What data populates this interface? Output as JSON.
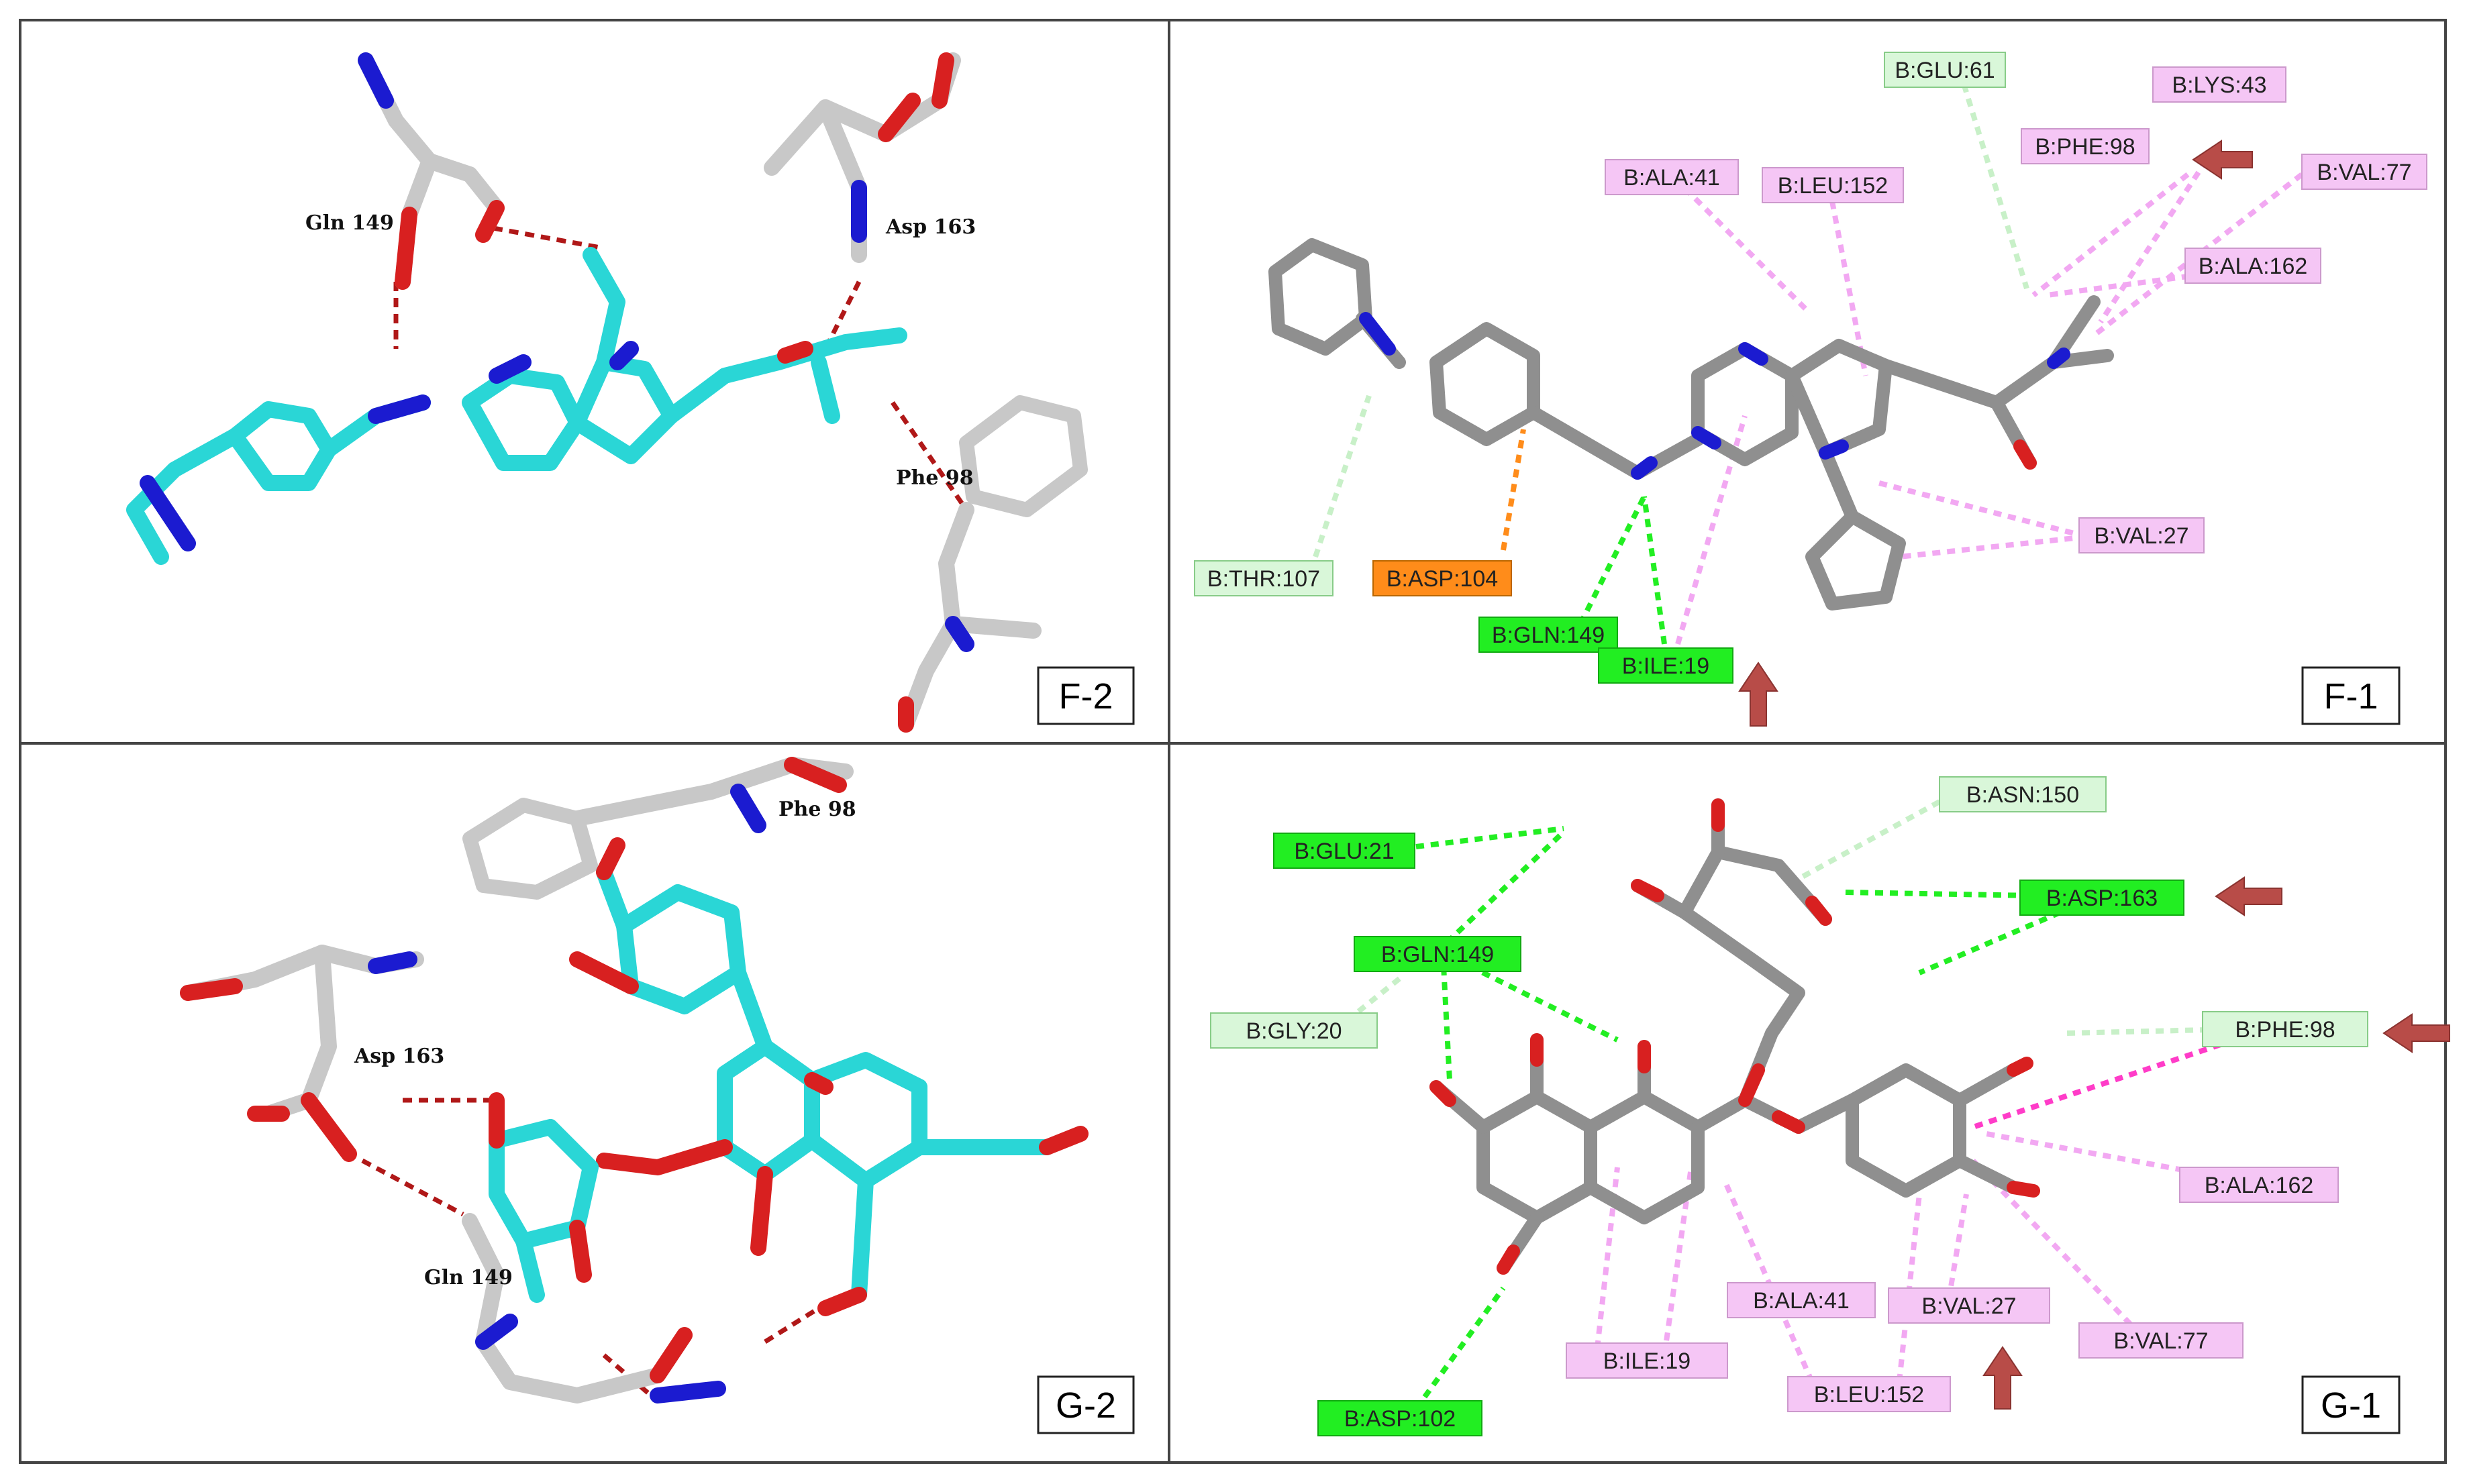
{
  "panels": {
    "f2": {
      "label": "F-2",
      "residues": [
        "Gln 149",
        "Asp 163",
        "Phe 98"
      ]
    },
    "f1": {
      "label": "F-1",
      "residues": [
        "B:GLU:61",
        "B:LYS:43",
        "B:PHE:98",
        "B:VAL:77",
        "B:ALA:41",
        "B:LEU:152",
        "B:ALA:162",
        "B:THR:107",
        "B:ASP:104",
        "B:GLN:149",
        "B:ILE:19",
        "B:VAL:27"
      ]
    },
    "g2": {
      "label": "G-2",
      "residues": [
        "Phe 98",
        "Asp 163",
        "Gln 149"
      ]
    },
    "g1": {
      "label": "G-1",
      "residues": [
        "B:ASN:150",
        "B:GLU:21",
        "B:ASP:163",
        "B:GLN:149",
        "B:GLY:20",
        "B:PHE:98",
        "B:ALA:162",
        "B:ALA:41",
        "B:VAL:27",
        "B:VAL:77",
        "B:ILE:19",
        "B:LEU:152",
        "B:ASP:102"
      ]
    }
  },
  "colors": {
    "carbon_ligand": "#2ad6d6",
    "carbon_protein": "#c8c8c8",
    "carbon_2d": "#8f8f8f",
    "nitrogen": "#1b1bd0",
    "oxygen": "#d82020",
    "hbond_3d": "#b01818",
    "conventional_hbond": "#22ee22",
    "carbon_hbond": "#c8f0c8",
    "pi_alkyl": "#f2a8f2",
    "pi_anion": "#ff8c1a",
    "pi_pi": "#ff3cc8",
    "arrow": "#b84c48"
  }
}
